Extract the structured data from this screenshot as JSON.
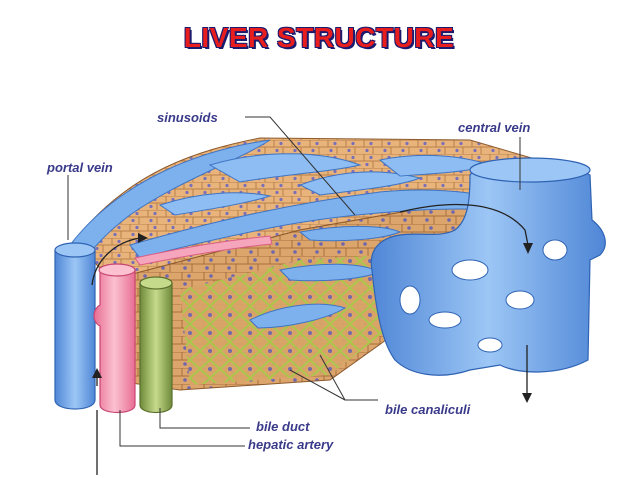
{
  "title": "LIVER STRUCTURE",
  "labels": {
    "sinusoids": "sinusoids",
    "central_vein": "central vein",
    "portal_vein": "portal vein",
    "bile_canaliculi": "bile canaliculi",
    "bile_duct": "bile duct",
    "hepatic_artery": "hepatic artery"
  },
  "colors": {
    "title": "#e81e1e",
    "title_outline": "#1a1a6e",
    "label_text": "#3a3a8a",
    "vein_blue": "#6fa8e8",
    "hepatic_artery": "#f08aa8",
    "bile_duct": "#8faa55",
    "tissue": "#e6b27a"
  }
}
